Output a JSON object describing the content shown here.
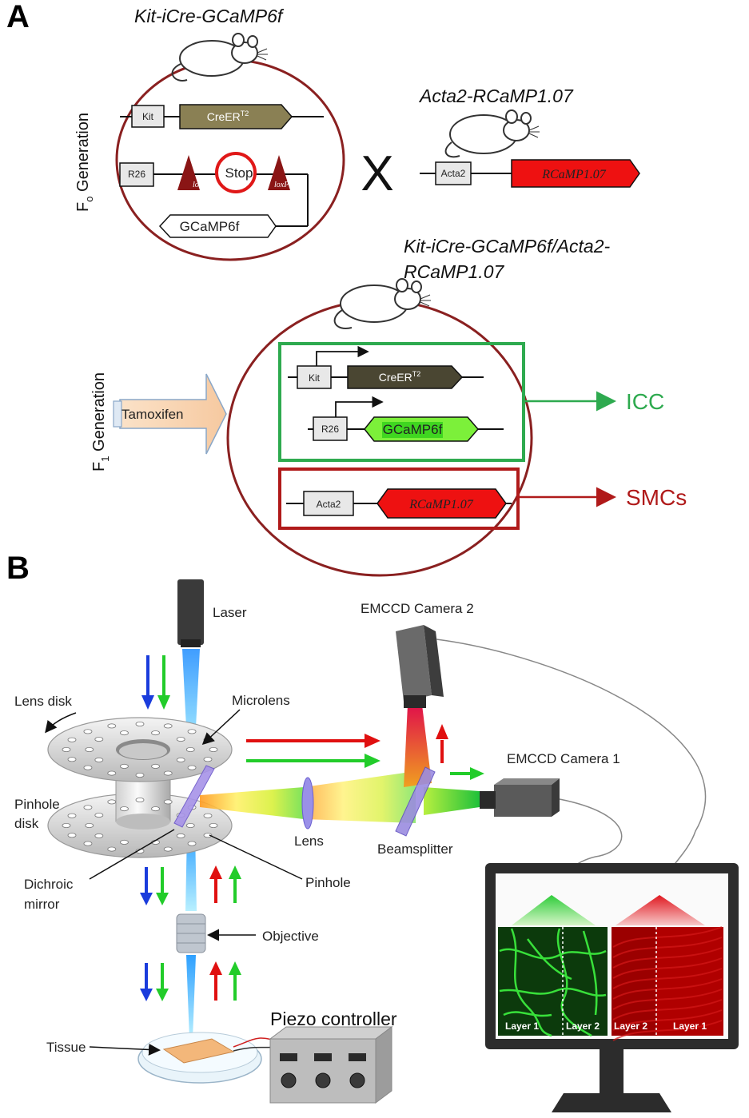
{
  "panel_a": {
    "label": "A",
    "mouse1_title": "Kit-iCre-GCaMP6f",
    "mouse2_title": "Acta2-RCaMP1.07",
    "cross_symbol": "X",
    "f1_title_line1": "Kit-iCre-GCaMP6f/Acta2-",
    "f1_title_line2": "RCaMP1.07",
    "f0_label_main": "F",
    "f0_label_sub": "o",
    "f0_label_rest": " Generation",
    "f1_label_main": "F",
    "f1_label_sub": "1",
    "f1_label_rest": " Generation",
    "kit": "Kit",
    "creer": "CreER",
    "creer_sup": "T2",
    "r26": "R26",
    "loxp": "loxP",
    "stop": "Stop",
    "gcamp": "GCaMP6f",
    "acta2": "Acta2",
    "rcamp": "RCaMP1.07",
    "tamoxifen": "Tamoxifen",
    "icc": "ICC",
    "smcs": "SMCs",
    "colors": {
      "circle": "#8a2020",
      "green_box": "#2eaa4f",
      "red_box": "#b01a1a",
      "rcamp": "#ee1111",
      "gcamp": "#7cf03a",
      "creer_f0": "#8a8054",
      "creer_f1": "#4a4632"
    }
  },
  "panel_b": {
    "label": "B",
    "laser": "Laser",
    "lens_disk": "Lens disk",
    "microlens": "Microlens",
    "pinhole_disk_line1": "Pinhole",
    "pinhole_disk_line2": "disk",
    "dichroic_line1": "Dichroic",
    "dichroic_line2": "mirror",
    "pinhole": "Pinhole",
    "lens": "Lens",
    "beamsplitter": "Beamsplitter",
    "objective": "Objective",
    "tissue": "Tissue",
    "piezo": "Piezo controller",
    "cam2": "EMCCD Camera 2",
    "cam1": "EMCCD Camera 1",
    "layer1": "Layer 1",
    "layer2": "Layer 2"
  }
}
